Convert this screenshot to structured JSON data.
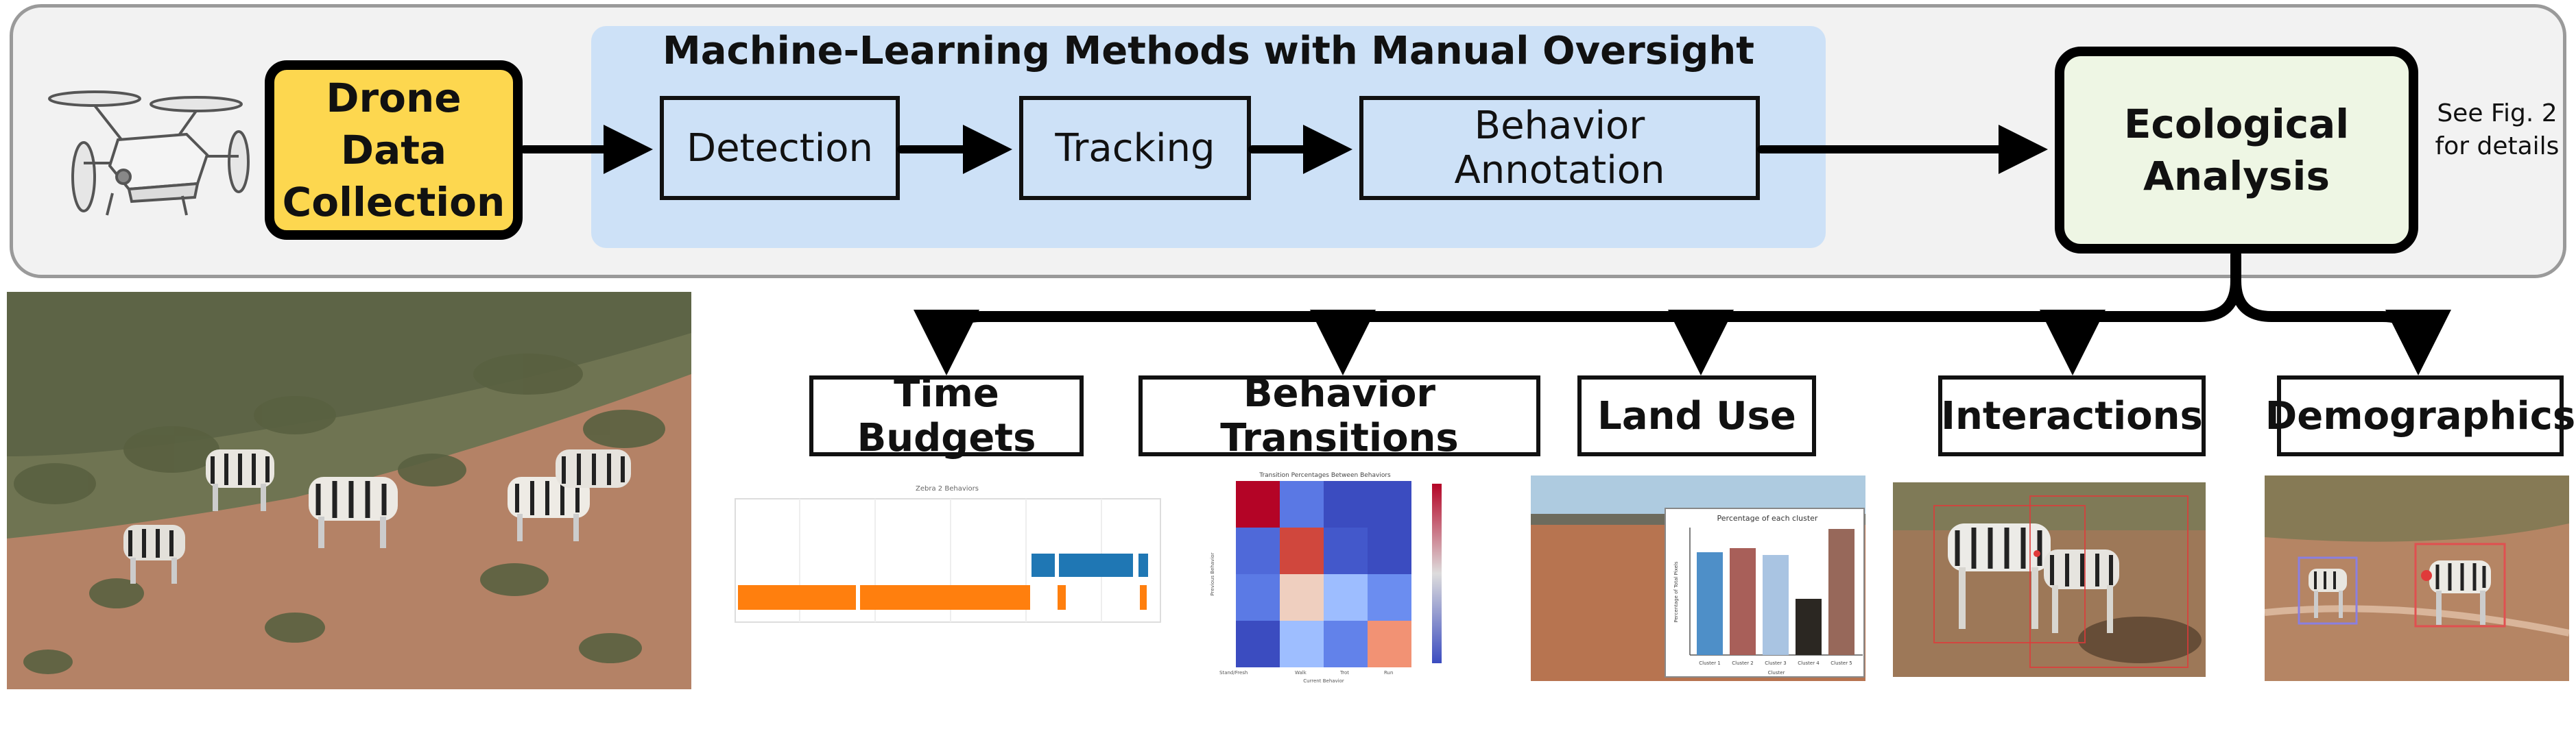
{
  "colors": {
    "drone_box": "#fdd74f",
    "ml_panel": "#cde1f7",
    "ecological_box": "#eef6e4",
    "panel_bg": "#f2f2f2",
    "arrow": "#000000"
  },
  "header": {
    "ml_title": "Machine-Learning Methods with Manual Oversight"
  },
  "pipeline": {
    "drone_icon": "drone-icon",
    "drone_collection": "Drone Data Collection",
    "stages": [
      "Detection",
      "Tracking",
      "Behavior Annotation"
    ],
    "ecological_analysis": "Ecological Analysis",
    "see_note": "See Fig. 2 for details"
  },
  "outputs": [
    "Time Budgets",
    "Behavior Transitions",
    "Land Use",
    "Interactions",
    "Demographics"
  ],
  "thumbnails": {
    "time_budget_title": "Zebra 2 Behaviors",
    "transition_title": "Transition Percentages Between Behaviors",
    "transition_xlabel": "Current Behavior",
    "transition_ylabel": "Previous Behavior",
    "transition_labels": [
      "Stand/Fresh",
      "Walk",
      "Trot",
      "Run"
    ],
    "land_use_title": "Percentage of each cluster",
    "land_use_xlabel": "Cluster",
    "land_use_ylabel": "Percentage of Total Pixels",
    "land_use_categories": [
      "Cluster 1",
      "Cluster 2",
      "Cluster 3",
      "Cluster 4",
      "Cluster 5"
    ]
  }
}
